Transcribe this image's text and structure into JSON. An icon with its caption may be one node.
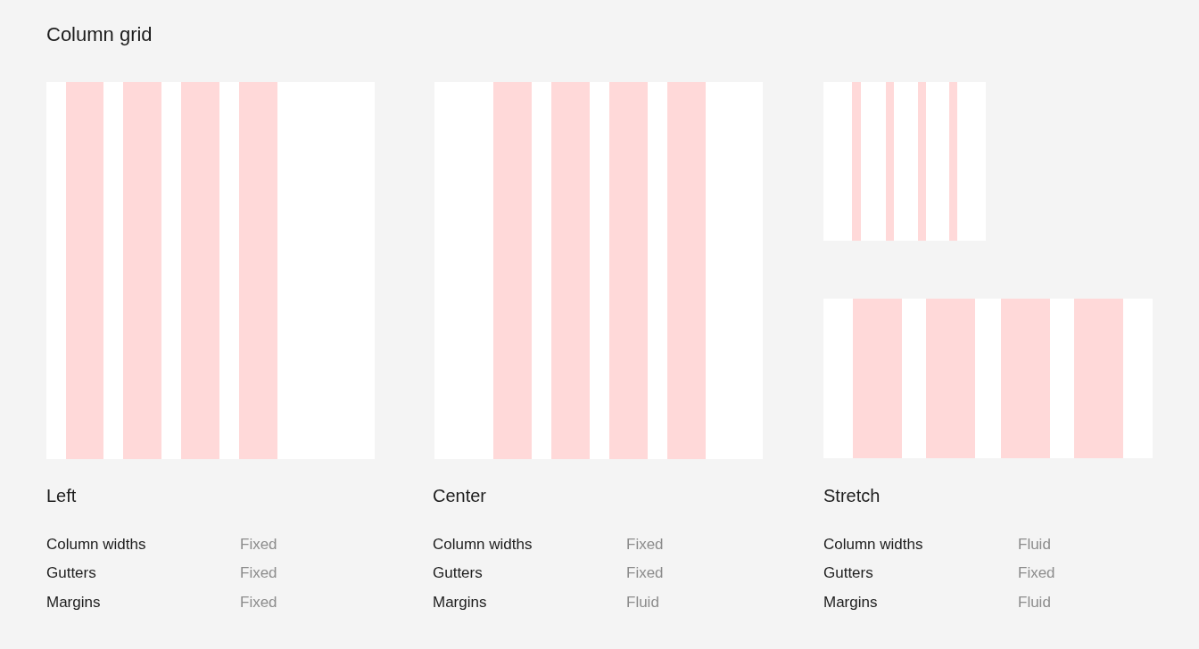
{
  "diagram": {
    "title": "Column grid",
    "labels": [
      "Left",
      "Column widths",
      "Fixed",
      "Gutters",
      "Fixed",
      "Margins",
      "Fixed",
      "Center",
      "Column widths",
      "Fixed",
      "Gutters",
      "Fixed",
      "Margins",
      "Fluid",
      "Stretch",
      "Column widths",
      "Fluid",
      "Gutters",
      "Fixed",
      "Margins",
      "Fluid"
    ]
  }
}
